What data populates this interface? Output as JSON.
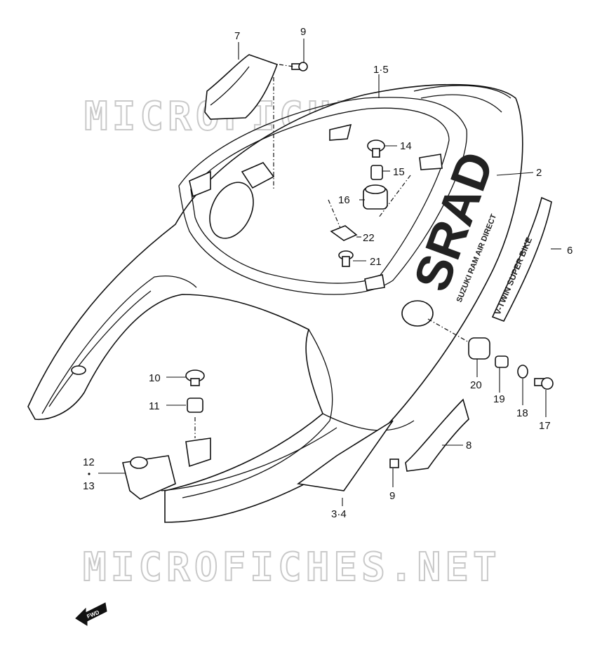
{
  "watermark": {
    "top": "MICROFICHES.NET",
    "bottom": "MICROFICHES.NET"
  },
  "fwd_label": "FWD",
  "decal_text": {
    "srad_logo": "SRAD",
    "ram_air": "SUZUKI RAM AIR DIRECT",
    "vtwin": "V-TWIN SUPER BIKE"
  },
  "callouts": {
    "p7": "7",
    "p9_top": "9",
    "p1_5": "1·5",
    "p14": "14",
    "p15": "15",
    "p16": "16",
    "p2": "2",
    "p22": "22",
    "p21": "21",
    "p6": "6",
    "p10": "10",
    "p11": "11",
    "p12": "12",
    "p13": "13",
    "p20": "20",
    "p19": "19",
    "p18": "18",
    "p17": "17",
    "p8": "8",
    "p9_bottom": "9",
    "p3_4": "3·4"
  }
}
